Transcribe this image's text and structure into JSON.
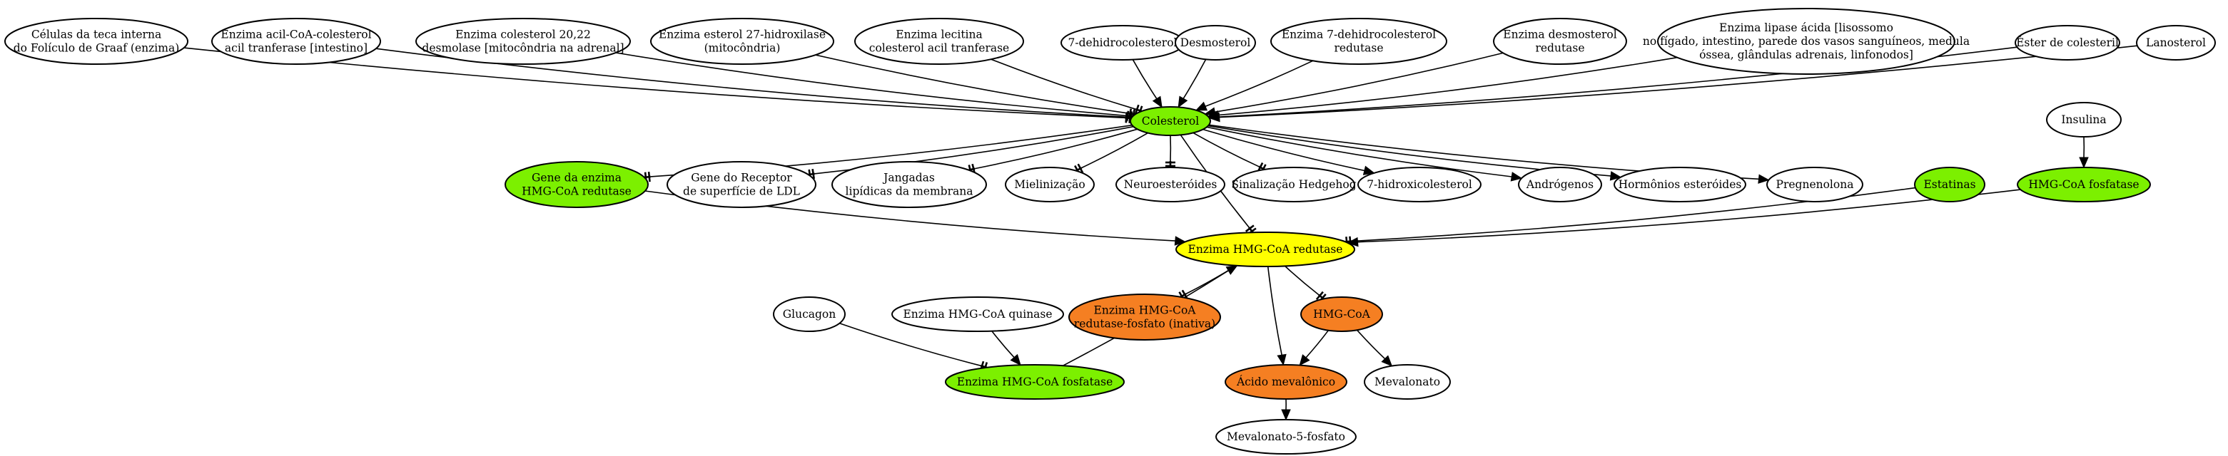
{
  "colors": {
    "green": "#7cf000",
    "yellow": "#ffff00",
    "orange": "#f57f22",
    "white": "#ffffff"
  },
  "nodes": [
    {
      "id": "celulas",
      "lines": [
        "Células da teca interna",
        "do Folículo de Graaf (enzima)"
      ],
      "fill": "white"
    },
    {
      "id": "acil_coa",
      "lines": [
        "Enzima acil-CoA-colesterol",
        "acil tranferase [intestino]"
      ],
      "fill": "white"
    },
    {
      "id": "colesterol_2022",
      "lines": [
        "Enzima colesterol 20,22",
        "desmolase [mitocôndria na adrenal]"
      ],
      "fill": "white"
    },
    {
      "id": "esterol27",
      "lines": [
        "Enzima esterol 27-hidroxilase",
        "(mitocôndria)"
      ],
      "fill": "white"
    },
    {
      "id": "lecitina",
      "lines": [
        "Enzima lecitina",
        "colesterol acil tranferase"
      ],
      "fill": "white"
    },
    {
      "id": "dehidrocol7",
      "lines": [
        "7-dehidrocolesterol"
      ],
      "fill": "white"
    },
    {
      "id": "desmosterol",
      "lines": [
        "Desmosterol"
      ],
      "fill": "white"
    },
    {
      "id": "dehidro_red",
      "lines": [
        "Enzima 7-dehidrocolesterol",
        "redutase"
      ],
      "fill": "white"
    },
    {
      "id": "desmo_red",
      "lines": [
        "Enzima desmosterol",
        "redutase"
      ],
      "fill": "white"
    },
    {
      "id": "lipase",
      "lines": [
        "Enzima lipase ácida [lisossomo",
        "no fígado, intestino, parede dos vasos sanguíneos, medula",
        "óssea, glândulas adrenais, linfonodos]"
      ],
      "fill": "white"
    },
    {
      "id": "ester",
      "lines": [
        "Éster de colesteril"
      ],
      "fill": "white"
    },
    {
      "id": "lanosterol",
      "lines": [
        "Lanosterol"
      ],
      "fill": "white"
    },
    {
      "id": "colesterol",
      "lines": [
        "Colesterol"
      ],
      "fill": "green"
    },
    {
      "id": "insulina",
      "lines": [
        "Insulina"
      ],
      "fill": "white"
    },
    {
      "id": "gene_hmg",
      "lines": [
        "Gene da enzima",
        "HMG-CoA redutase"
      ],
      "fill": "green"
    },
    {
      "id": "gene_ldl",
      "lines": [
        "Gene do Receptor",
        "de superfície de LDL"
      ],
      "fill": "white"
    },
    {
      "id": "jangadas",
      "lines": [
        "Jangadas",
        "lipídicas da membrana"
      ],
      "fill": "white"
    },
    {
      "id": "mielinizacao",
      "lines": [
        "Mielinização"
      ],
      "fill": "white"
    },
    {
      "id": "neuroesteroides",
      "lines": [
        "Neuroesteróides"
      ],
      "fill": "white"
    },
    {
      "id": "hedgehog",
      "lines": [
        "Sinalização Hedgehog"
      ],
      "fill": "white"
    },
    {
      "id": "hidroxicol7",
      "lines": [
        "7-hidroxicolesterol"
      ],
      "fill": "white"
    },
    {
      "id": "androgenos",
      "lines": [
        "Andrógenos"
      ],
      "fill": "white"
    },
    {
      "id": "hormonios",
      "lines": [
        "Hormônios esteróides"
      ],
      "fill": "white"
    },
    {
      "id": "pregnenolona",
      "lines": [
        "Pregnenolona"
      ],
      "fill": "white"
    },
    {
      "id": "estatinas",
      "lines": [
        "Estatinas"
      ],
      "fill": "green"
    },
    {
      "id": "hmg_fosfatase",
      "lines": [
        "HMG-CoA fosfatase"
      ],
      "fill": "green"
    },
    {
      "id": "hmg_red",
      "lines": [
        "Enzima HMG-CoA redutase"
      ],
      "fill": "yellow"
    },
    {
      "id": "glucagon",
      "lines": [
        "Glucagon"
      ],
      "fill": "white"
    },
    {
      "id": "quinase",
      "lines": [
        "Enzima HMG-CoA quinase"
      ],
      "fill": "white"
    },
    {
      "id": "red_fosfato",
      "lines": [
        "Enzima HMG-CoA",
        "redutase-fosfato (inativa)"
      ],
      "fill": "orange"
    },
    {
      "id": "hmg_coa",
      "lines": [
        "HMG-CoA"
      ],
      "fill": "orange"
    },
    {
      "id": "enz_fosfatase",
      "lines": [
        "Enzima HMG-CoA fosfatase"
      ],
      "fill": "green"
    },
    {
      "id": "mevalonico",
      "lines": [
        "Ácido mevalônico"
      ],
      "fill": "orange"
    },
    {
      "id": "mevalonato",
      "lines": [
        "Mevalonato"
      ],
      "fill": "white"
    },
    {
      "id": "mevalonato5f",
      "lines": [
        "Mevalonato-5-fosfato"
      ],
      "fill": "white"
    }
  ],
  "edges": [
    {
      "from": "celulas",
      "to": "colesterol",
      "type": "inhibit"
    },
    {
      "from": "acil_coa",
      "to": "colesterol",
      "type": "inhibit"
    },
    {
      "from": "colesterol_2022",
      "to": "colesterol",
      "type": "inhibit"
    },
    {
      "from": "esterol27",
      "to": "colesterol",
      "type": "inhibit"
    },
    {
      "from": "lecitina",
      "to": "colesterol",
      "type": "inhibit"
    },
    {
      "from": "dehidrocol7",
      "to": "colesterol",
      "type": "arrow"
    },
    {
      "from": "desmosterol",
      "to": "colesterol",
      "type": "arrow"
    },
    {
      "from": "dehidro_red",
      "to": "colesterol",
      "type": "arrow"
    },
    {
      "from": "desmo_red",
      "to": "colesterol",
      "type": "arrow"
    },
    {
      "from": "lipase",
      "to": "colesterol",
      "type": "arrow"
    },
    {
      "from": "ester",
      "to": "colesterol",
      "type": "arrow"
    },
    {
      "from": "lanosterol",
      "to": "colesterol",
      "type": "arrow"
    },
    {
      "from": "colesterol",
      "to": "gene_hmg",
      "type": "inhibit"
    },
    {
      "from": "colesterol",
      "to": "gene_ldl",
      "type": "inhibit"
    },
    {
      "from": "colesterol",
      "to": "jangadas",
      "type": "inhibit"
    },
    {
      "from": "colesterol",
      "to": "mielinizacao",
      "type": "inhibit"
    },
    {
      "from": "colesterol",
      "to": "neuroesteroides",
      "type": "inhibit"
    },
    {
      "from": "colesterol",
      "to": "hedgehog",
      "type": "inhibit"
    },
    {
      "from": "colesterol",
      "to": "hidroxicol7",
      "type": "arrow"
    },
    {
      "from": "colesterol",
      "to": "androgenos",
      "type": "arrow"
    },
    {
      "from": "colesterol",
      "to": "hormonios",
      "type": "arrow"
    },
    {
      "from": "colesterol",
      "to": "pregnenolona",
      "type": "arrow"
    },
    {
      "from": "colesterol",
      "to": "hmg_red",
      "type": "inhibit"
    },
    {
      "from": "gene_hmg",
      "to": "hmg_red",
      "type": "arrow"
    },
    {
      "from": "insulina",
      "to": "hmg_fosfatase",
      "type": "arrow"
    },
    {
      "from": "estatinas",
      "to": "hmg_red",
      "type": "inhibit"
    },
    {
      "from": "hmg_fosfatase",
      "to": "hmg_red",
      "type": "arrow"
    },
    {
      "from": "hmg_red",
      "to": "red_fosfato",
      "type": "inhibit"
    },
    {
      "from": "hmg_red",
      "to": "hmg_coa",
      "type": "inhibit"
    },
    {
      "from": "hmg_red",
      "to": "mevalonico",
      "type": "arrow"
    },
    {
      "from": "glucagon",
      "to": "enz_fosfatase",
      "type": "inhibit"
    },
    {
      "from": "quinase",
      "to": "enz_fosfatase",
      "type": "arrow"
    },
    {
      "from": "enz_fosfatase",
      "to": "hmg_red",
      "type": "arrow"
    },
    {
      "from": "hmg_coa",
      "to": "mevalonico",
      "type": "arrow"
    },
    {
      "from": "hmg_coa",
      "to": "mevalonato",
      "type": "arrow"
    },
    {
      "from": "mevalonico",
      "to": "mevalonato5f",
      "type": "arrow"
    }
  ]
}
